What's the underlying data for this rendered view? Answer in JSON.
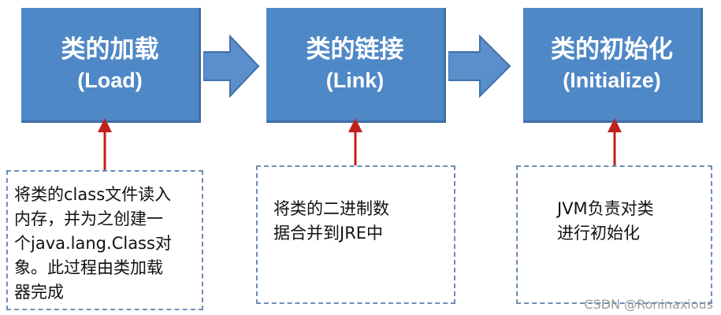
{
  "stages": [
    {
      "title": "类的加载",
      "subtitle": "(Load)"
    },
    {
      "title": "类的链接",
      "subtitle": "(Link)"
    },
    {
      "title": "类的初始化",
      "subtitle": "(Initialize)"
    }
  ],
  "notes": [
    {
      "text": "将类的class文件读入\n内存，并为之创建一\n个java.lang.Class对\n象。此过程由类加载\n器完成"
    },
    {
      "text": "将类的二进制数\n据合并到JRE中"
    },
    {
      "text": "JVM负责对类\n进行初始化"
    }
  ],
  "watermark": "CSDN @Roninaxious",
  "colors": {
    "box_fill": "#4f88c7",
    "flow_arrow": "#5b8fcc",
    "link_arrow": "#c0201c",
    "note_border": "#6d8fb7"
  }
}
